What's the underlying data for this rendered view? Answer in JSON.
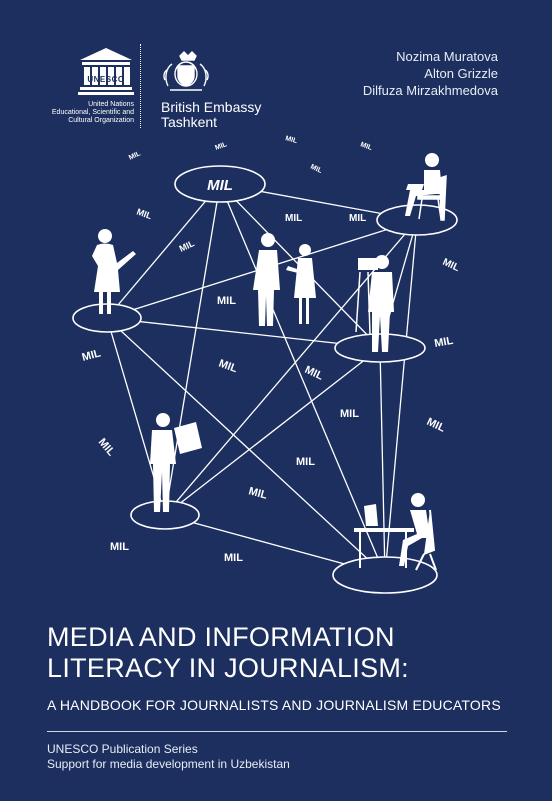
{
  "header": {
    "org_name_lines": [
      "United Nations",
      "Educational, Scientific and",
      "Cultural Organization"
    ],
    "unesco_logo_text": "UNESCO",
    "embassy_lines": [
      "British Embassy",
      "Tashkent"
    ]
  },
  "authors": [
    "Nozima Muratova",
    "Alton Grizzle",
    "Dilfuza Mirzakhmedova"
  ],
  "network": {
    "hub_label": "MIL",
    "label": "MIL"
  },
  "title_lines": [
    "MEDIA AND INFORMATION",
    "LITERACY IN JOURNALISM:"
  ],
  "subtitle": "A HANDBOOK FOR JOURNALISTS AND JOURNALISM EDUCATORS",
  "series_lines": [
    "UNESCO Publication Series",
    "Support for media development in Uzbekistan"
  ],
  "colors": {
    "background": "#1d2f5e",
    "foreground": "#ffffff"
  },
  "icons": [
    "unesco-temple-icon",
    "royal-crest-icon"
  ]
}
